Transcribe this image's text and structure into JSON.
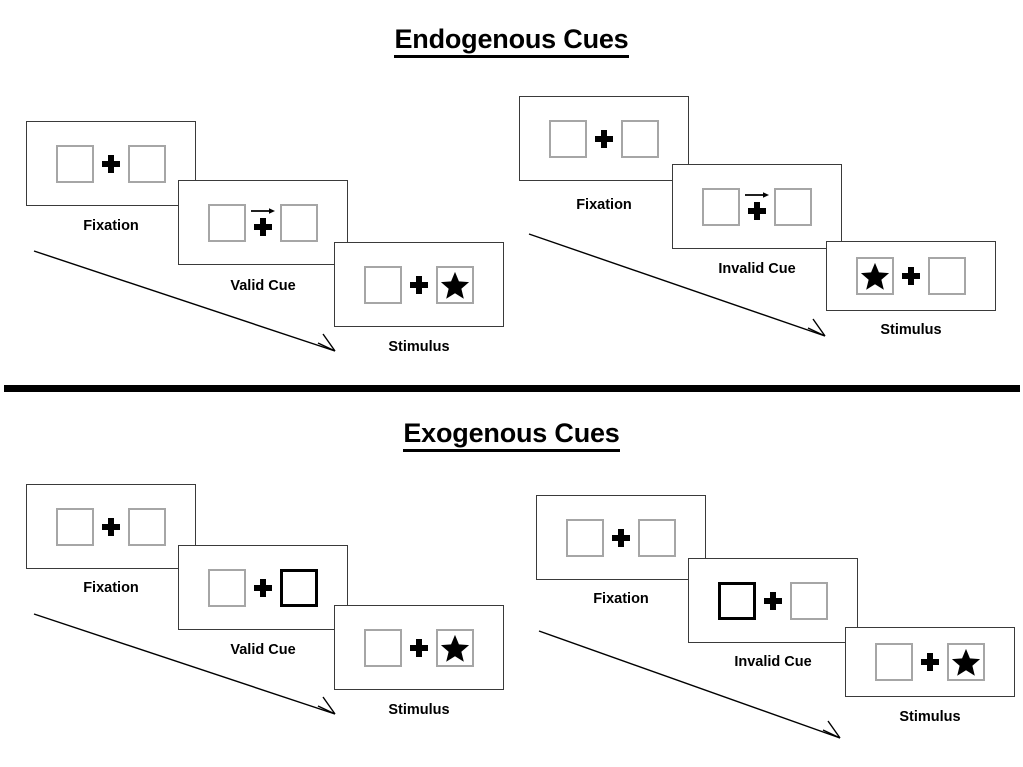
{
  "document": {
    "kind": "attentional-cueing-paradigm-diagram",
    "background_color": "#ffffff",
    "ink_color": "#000000",
    "box_outline_color": "#a6a6a6",
    "cued_box_outline_color": "#000000",
    "panel_outline_color": "#3a3a3a"
  },
  "sections": [
    {
      "id": "endogenous",
      "title": "Endogenous Cues",
      "groups": [
        {
          "id": "endogenous-valid",
          "steps": [
            {
              "caption": "Fixation",
              "left_box": {
                "content": "empty",
                "cued": false
              },
              "right_box": {
                "content": "empty",
                "cued": false
              },
              "center": {
                "fixation_cross": true,
                "arrow_cue": "none"
              }
            },
            {
              "caption": "Valid Cue",
              "left_box": {
                "content": "empty",
                "cued": false
              },
              "right_box": {
                "content": "empty",
                "cued": false
              },
              "center": {
                "fixation_cross": true,
                "arrow_cue": "right"
              }
            },
            {
              "caption": "Stimulus",
              "left_box": {
                "content": "empty",
                "cued": false
              },
              "right_box": {
                "content": "star",
                "cued": false
              },
              "center": {
                "fixation_cross": true,
                "arrow_cue": "none"
              }
            }
          ]
        },
        {
          "id": "endogenous-invalid",
          "steps": [
            {
              "caption": "Fixation",
              "left_box": {
                "content": "empty",
                "cued": false
              },
              "right_box": {
                "content": "empty",
                "cued": false
              },
              "center": {
                "fixation_cross": true,
                "arrow_cue": "none"
              }
            },
            {
              "caption": "Invalid Cue",
              "left_box": {
                "content": "empty",
                "cued": false
              },
              "right_box": {
                "content": "empty",
                "cued": false
              },
              "center": {
                "fixation_cross": true,
                "arrow_cue": "right"
              }
            },
            {
              "caption": "Stimulus",
              "left_box": {
                "content": "star",
                "cued": false
              },
              "right_box": {
                "content": "empty",
                "cued": false
              },
              "center": {
                "fixation_cross": true,
                "arrow_cue": "none"
              }
            }
          ]
        }
      ]
    },
    {
      "id": "exogenous",
      "title": "Exogenous Cues",
      "groups": [
        {
          "id": "exogenous-valid",
          "steps": [
            {
              "caption": "Fixation",
              "left_box": {
                "content": "empty",
                "cued": false
              },
              "right_box": {
                "content": "empty",
                "cued": false
              },
              "center": {
                "fixation_cross": true,
                "arrow_cue": "none"
              }
            },
            {
              "caption": "Valid Cue",
              "left_box": {
                "content": "empty",
                "cued": false
              },
              "right_box": {
                "content": "empty",
                "cued": true
              },
              "center": {
                "fixation_cross": true,
                "arrow_cue": "none"
              }
            },
            {
              "caption": "Stimulus",
              "left_box": {
                "content": "empty",
                "cued": false
              },
              "right_box": {
                "content": "star",
                "cued": false
              },
              "center": {
                "fixation_cross": true,
                "arrow_cue": "none"
              }
            }
          ]
        },
        {
          "id": "exogenous-invalid",
          "steps": [
            {
              "caption": "Fixation",
              "left_box": {
                "content": "empty",
                "cued": false
              },
              "right_box": {
                "content": "empty",
                "cued": false
              },
              "center": {
                "fixation_cross": true,
                "arrow_cue": "none"
              }
            },
            {
              "caption": "Invalid Cue",
              "left_box": {
                "content": "empty",
                "cued": true
              },
              "right_box": {
                "content": "empty",
                "cued": false
              },
              "center": {
                "fixation_cross": true,
                "arrow_cue": "none"
              }
            },
            {
              "caption": "Stimulus",
              "left_box": {
                "content": "empty",
                "cued": false
              },
              "right_box": {
                "content": "star",
                "cued": false
              },
              "center": {
                "fixation_cross": true,
                "arrow_cue": "none"
              }
            }
          ]
        }
      ]
    }
  ],
  "time_flow_arrows": [
    {
      "id": "endogenous-valid-time-arrow",
      "label": "time-progression-arrow"
    },
    {
      "id": "endogenous-invalid-time-arrow",
      "label": "time-progression-arrow"
    },
    {
      "id": "exogenous-valid-time-arrow",
      "label": "time-progression-arrow"
    },
    {
      "id": "exogenous-invalid-time-arrow",
      "label": "time-progression-arrow"
    }
  ],
  "icons": {
    "star": "star-icon",
    "fixation_cross": "plus-cross-icon",
    "arrow_cue_right": "arrow-right-icon",
    "flow_arrow": "diagonal-arrow-icon"
  }
}
